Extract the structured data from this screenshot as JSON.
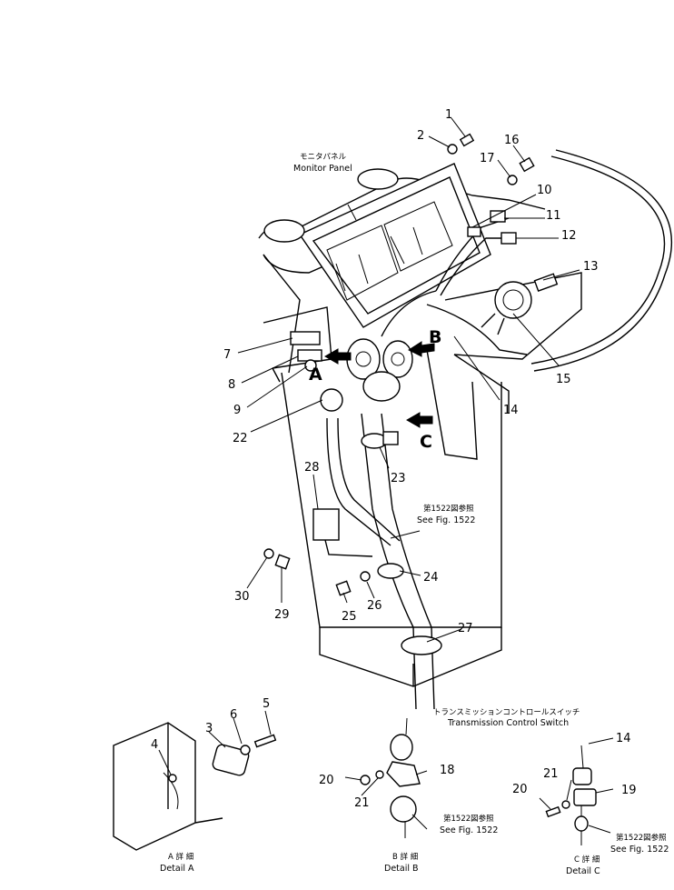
{
  "labels": {
    "monitor_panel_jp": "モニタパネル",
    "monitor_panel_en": "Monitor Panel",
    "transmission_jp": "トランスミッションコントロールスイッチ",
    "transmission_en": "Transmission Control Switch",
    "see_fig_jp": "第1522図参照",
    "see_fig_en": "See Fig. 1522",
    "detail_a_jp": "A 詳 細",
    "detail_a_en": "Detail A",
    "detail_b_jp": "B 詳 細",
    "detail_b_en": "Detail B",
    "detail_c_jp": "C 詳 細",
    "detail_c_en": "Detail C"
  },
  "view_letters": {
    "a": "A",
    "b": "B",
    "c": "C"
  },
  "callouts": {
    "c1": "1",
    "c2": "2",
    "c3": "3",
    "c4": "4",
    "c5": "5",
    "c6": "6",
    "c7": "7",
    "c8": "8",
    "c9": "9",
    "c10": "10",
    "c11": "11",
    "c12": "12",
    "c13": "13",
    "c14": "14",
    "c15": "15",
    "c16": "16",
    "c17": "17",
    "c18": "18",
    "c19": "19",
    "c20": "20",
    "c21": "21",
    "c22": "22",
    "c23": "23",
    "c24": "24",
    "c25": "25",
    "c26": "26",
    "c27": "27",
    "c28": "28",
    "c29": "29",
    "c30": "30",
    "d14": "14",
    "d18": "18",
    "d19": "19",
    "d20b": "20",
    "d21b": "21",
    "d20c": "20",
    "d21c": "21"
  }
}
